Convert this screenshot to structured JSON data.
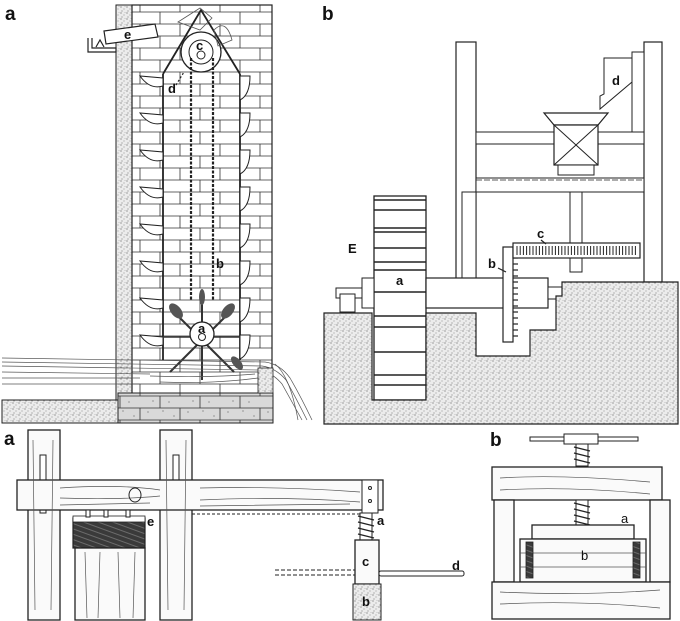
{
  "figure": {
    "top_left": {
      "panel_label": "a",
      "title": "Chain-of-buckets water wheel raising water up brick wall",
      "parts": {
        "a": "a",
        "b": "b",
        "c": "c",
        "d": "d",
        "e": "e"
      }
    },
    "top_right": {
      "panel_label": "b",
      "title": "Water-wheel driven mill gearing",
      "parts": {
        "E": "E",
        "a": "a",
        "b": "b",
        "c": "c",
        "d": "d"
      }
    },
    "bottom_left": {
      "panel_label": "a",
      "title": "Beam press with screw",
      "parts": {
        "a": "a",
        "b": "b",
        "c": "c",
        "d": "d",
        "e": "e"
      }
    },
    "bottom_right": {
      "panel_label": "b",
      "title": "Screw press in frame",
      "parts": {
        "a": "a",
        "b": "b"
      }
    }
  },
  "colors": {
    "ink": "#222222",
    "paper": "#ffffff",
    "stipple": "#9a9a9a"
  }
}
